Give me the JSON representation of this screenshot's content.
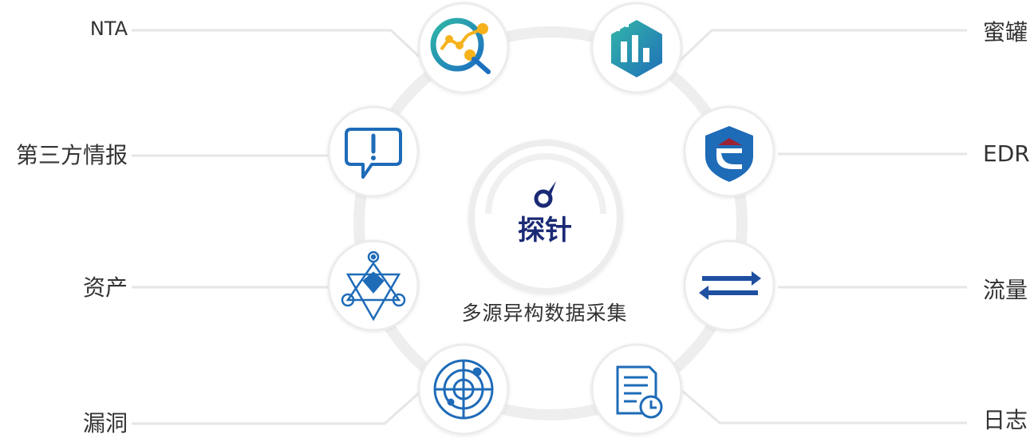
{
  "center": {
    "logo_text": "探针",
    "caption": "多源异构数据采集"
  },
  "sources": {
    "nta": "NTA",
    "threat_intel": "第三方情报",
    "asset": "资产",
    "vulnerability": "漏洞",
    "honeypot": "蜜罐",
    "edr": "EDR",
    "traffic": "流量",
    "log": "日志"
  },
  "colors": {
    "ring": "#eeeeee",
    "connector": "#e6e6e6",
    "logo_navy": "#1b2a75",
    "icon_blue": "#1e6bb8",
    "icon_teal": "#2fa9a9",
    "icon_red": "#9b2335",
    "label_text": "#333333"
  }
}
